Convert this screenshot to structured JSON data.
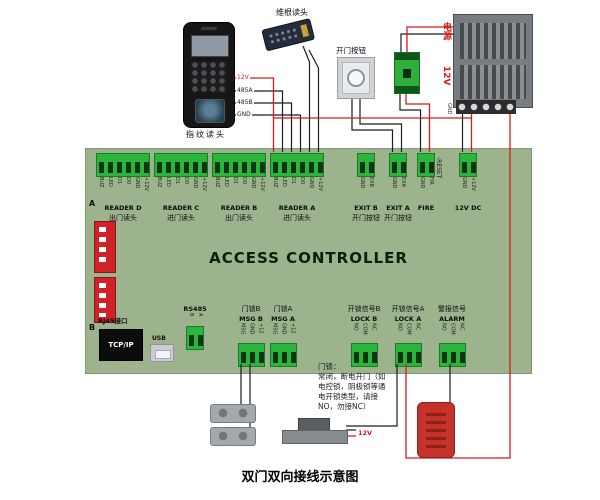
{
  "title": "双门双向接线示意图",
  "devices": {
    "fingerprint_reader_label": "指纹读头",
    "wiegand_reader_label": "维根读头",
    "door_button_label": "开门按钮",
    "power_supply_label": "电源",
    "power_supply_voltage": "12V",
    "power_gnd_label": "GND",
    "bolt_voltage_label": "12V"
  },
  "wire_labels": {
    "v12": "12V",
    "a485": "485A",
    "b485": "485B",
    "gnd": "GND"
  },
  "board": {
    "title": "ACCESS CONTROLLER",
    "side_a": "A",
    "side_b": "B",
    "reset_label": "-RESET",
    "reader_pins": [
      "BUZ",
      "LED",
      "D1",
      "D0",
      "GND",
      "+12V"
    ],
    "reader_groups": [
      {
        "en": "READER D",
        "cn": "出门读头"
      },
      {
        "en": "READER C",
        "cn": "进门读头"
      },
      {
        "en": "READER B",
        "cn": "出门读头"
      },
      {
        "en": "READER A",
        "cn": "进门读头"
      }
    ],
    "exit_groups": [
      {
        "en": "EXIT B",
        "cn": "开门按钮",
        "pins": [
          "GND",
          "EXB"
        ]
      },
      {
        "en": "EXIT A",
        "cn": "开门按钮",
        "pins": [
          "GND",
          "EXA"
        ]
      },
      {
        "en": "FIRE",
        "cn": "",
        "pins": [
          "GND",
          "FIR"
        ]
      }
    ],
    "dc_label": "12V DC",
    "dc_pins": [
      "GND",
      "+12V"
    ],
    "rj45_label": "RJ45接口",
    "tcpip_label": "TCP/IP",
    "usb_label": "USB",
    "rs485_label": "RS485",
    "rs485_pins": [
      "B",
      "A"
    ],
    "msg_groups": [
      {
        "cn": "门锁B",
        "en": "MSG B",
        "pins": [
          "MSG",
          "GND",
          "+12"
        ]
      },
      {
        "cn": "门锁A",
        "en": "MSG A",
        "pins": [
          "MSG",
          "GND",
          "+12"
        ]
      }
    ],
    "signal_groups": [
      {
        "cn": "开锁信号B",
        "en": "LOCK B",
        "pins": [
          "NO",
          "COM",
          "NC"
        ]
      },
      {
        "cn": "开锁信号A",
        "en": "LOCK A",
        "pins": [
          "NO",
          "COM",
          "NC"
        ]
      },
      {
        "cn": "警报信号",
        "en": "ALARM",
        "pins": [
          "NO",
          "COM",
          "NC"
        ]
      }
    ]
  },
  "note": {
    "lines": [
      "门锁：",
      "常闭，断电开门（如",
      "电控锁，阴极锁等通",
      "电开锁类型，请接",
      "NO，勿接NC）"
    ]
  },
  "colors": {
    "board_green": "#9cb38e",
    "terminal_green": "#2cb53c",
    "wire_red": "#d31c1c",
    "wire_black": "#1c1c1c",
    "dip_red": "#cf2229",
    "alarm_red": "#c53228"
  }
}
